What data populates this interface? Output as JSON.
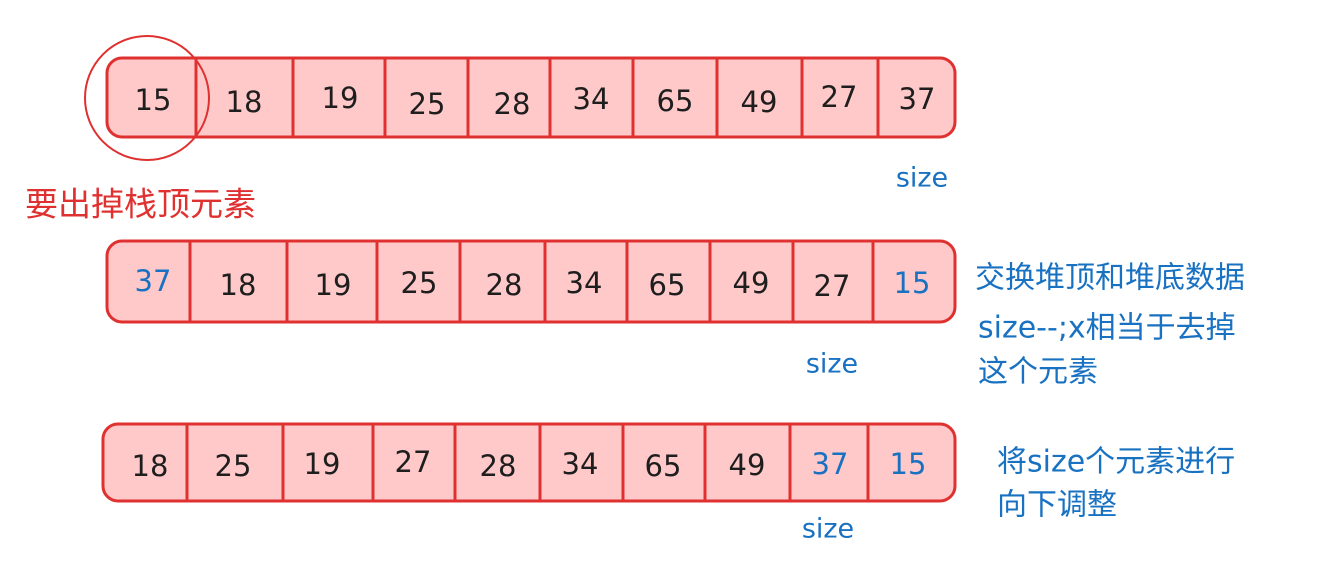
{
  "rows": [
    {
      "cells": [
        "15",
        "18",
        "19",
        "25",
        "28",
        "34",
        "65",
        "49",
        "27",
        "37"
      ],
      "highlighted": [],
      "size_label": "size"
    },
    {
      "cells": [
        "37",
        "18",
        "19",
        "25",
        "28",
        "34",
        "65",
        "49",
        "27",
        "15"
      ],
      "highlighted": [
        0,
        9
      ],
      "size_label": "size"
    },
    {
      "cells": [
        "18",
        "25",
        "19",
        "27",
        "28",
        "34",
        "65",
        "49",
        "37",
        "15"
      ],
      "highlighted": [
        8,
        9
      ],
      "size_label": "size"
    }
  ],
  "annotations": {
    "pop_top": "要出掉栈顶元素",
    "swap_line1": "交换堆顶和堆底数据",
    "swap_line2": "size--;x相当于去掉",
    "swap_line3": "这个元素",
    "adjust_line1": "将size个元素进行",
    "adjust_line2": "向下调整"
  },
  "colors": {
    "cell_fill": "#ffc9c9",
    "cell_stroke": "#e03131",
    "highlight_text": "#1971c2",
    "warning_text": "#e03131"
  }
}
